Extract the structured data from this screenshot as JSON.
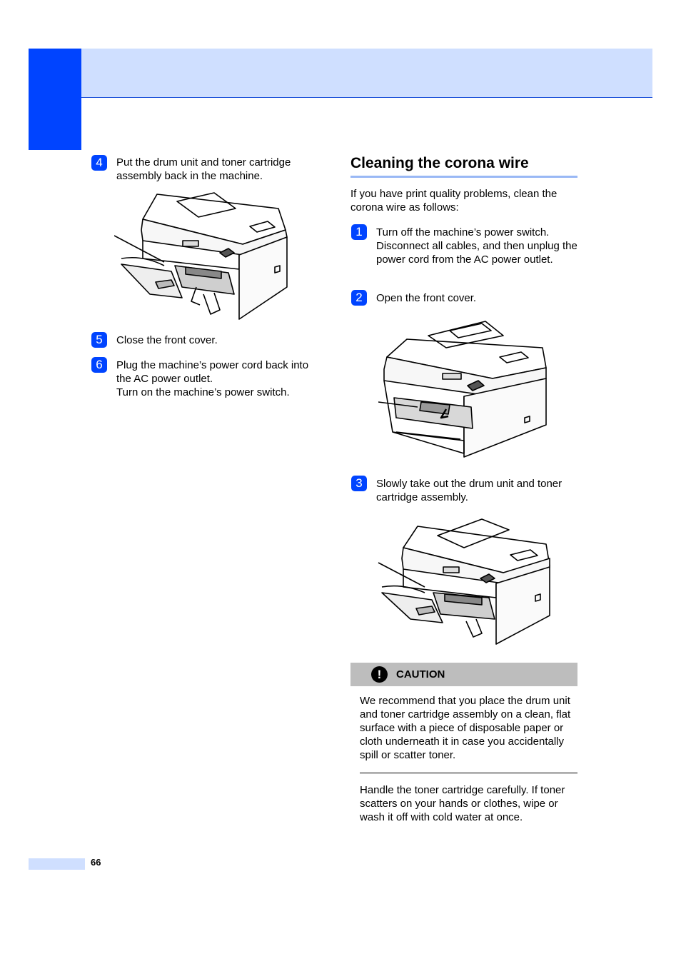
{
  "left_column": {
    "steps": [
      {
        "number": "4",
        "text": "Put the drum unit and toner cartridge assembly back in the machine."
      },
      {
        "number": "5",
        "text": "Close the front cover."
      },
      {
        "number": "6",
        "text": "Plug the machine’s power cord back into the AC power outlet.\nTurn on the machine’s power switch."
      }
    ]
  },
  "right_column": {
    "section_title": "Cleaning the corona wire",
    "intro": "If you have print quality problems, clean the corona wire as follows:",
    "steps": [
      {
        "number": "1",
        "text": "Turn off the machine’s power switch. Disconnect all cables, and then unplug the power cord from the AC power outlet."
      },
      {
        "number": "2",
        "text": "Open the front cover."
      },
      {
        "number": "3",
        "text": "Slowly take out the drum unit and toner cartridge assembly."
      }
    ],
    "caution": {
      "label": "CAUTION",
      "icon": "exclamation-icon",
      "paragraph1": "We recommend that you place the drum unit and toner cartridge assembly on a clean, flat surface with a piece of disposable paper or cloth underneath it in case you accidentally spill or scatter toner.",
      "paragraph2": "Handle the toner cartridge carefully. If toner scatters on your hands or clothes, wipe or wash it off with cold water at once."
    }
  },
  "footer": {
    "page_number": "66"
  },
  "colors": {
    "accent": "#0044ff",
    "band": "#cfdfff",
    "title_rule": "#99b8f5",
    "caution_bar": "#bdbdbd"
  }
}
